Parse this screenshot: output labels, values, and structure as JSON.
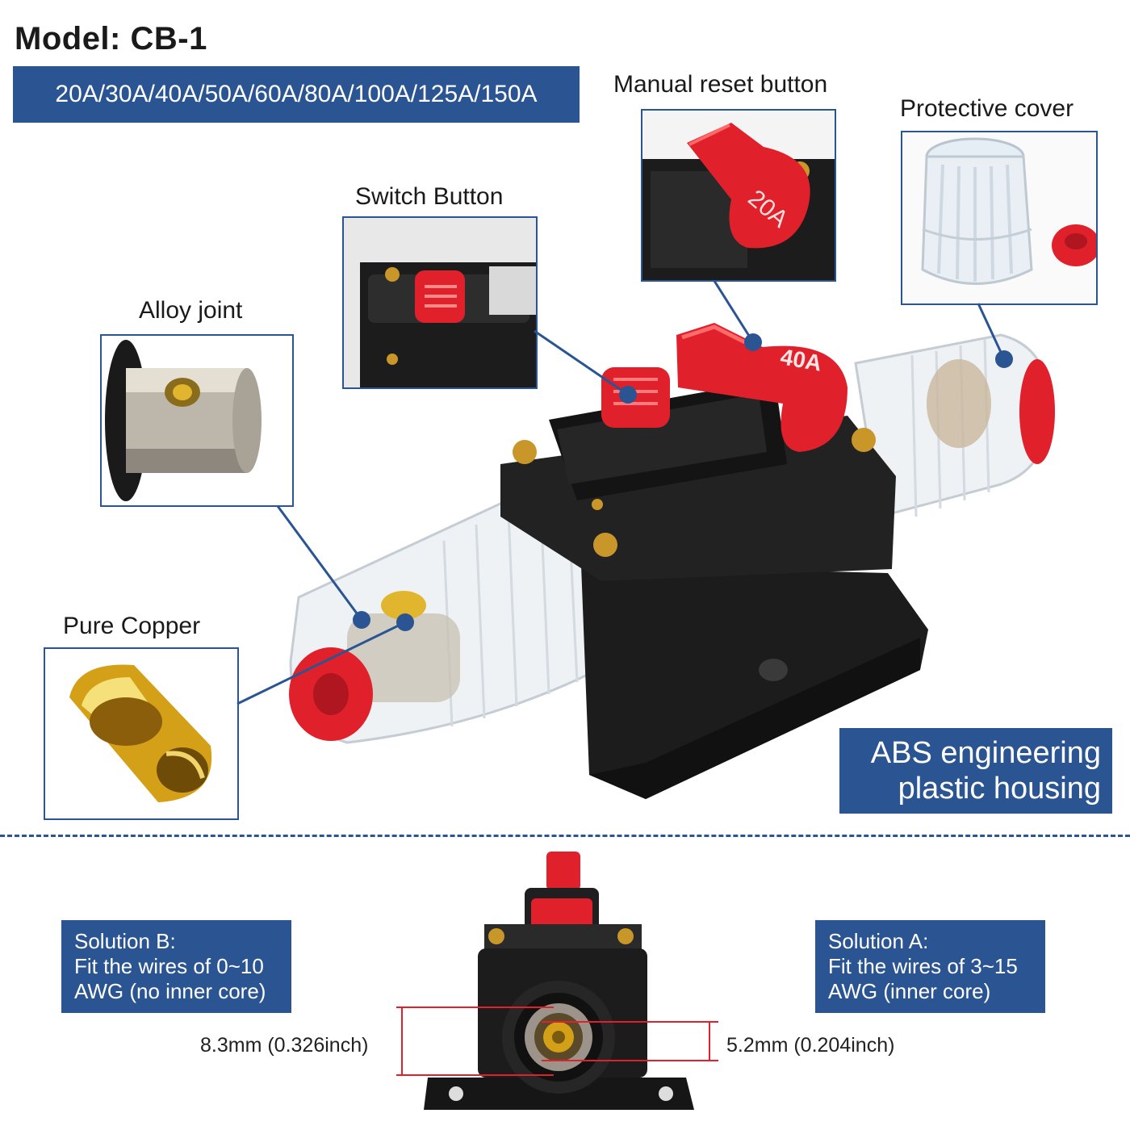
{
  "model_title": "Model: CB-1",
  "ratings": "20A/30A/40A/50A/60A/80A/100A/125A/150A",
  "callouts": {
    "manual_reset": "Manual reset button",
    "protective_cover": "Protective cover",
    "switch_button": "Switch Button",
    "alloy_joint": "Alloy joint",
    "pure_copper": "Pure Copper"
  },
  "housing": {
    "line1": "ABS engineering",
    "line2": "plastic housing"
  },
  "solution_b": {
    "line1": "Solution B:",
    "line2": "Fit the wires of 0~10",
    "line3": "AWG (no inner core)"
  },
  "solution_a": {
    "line1": "Solution A:",
    "line2": "Fit the wires of 3~15",
    "line3": "AWG (inner core)"
  },
  "dimensions": {
    "outer": "8.3mm (0.326inch)",
    "inner": "5.2mm (0.204inch)"
  },
  "product_markings": {
    "reset_lever_main": "40A",
    "reset_lever_inset": "20A"
  },
  "colors": {
    "accent_blue": "#2a5592",
    "breaker_red": "#e0202a",
    "housing_black": "#1c1c1c",
    "brass": "#d4a017"
  }
}
